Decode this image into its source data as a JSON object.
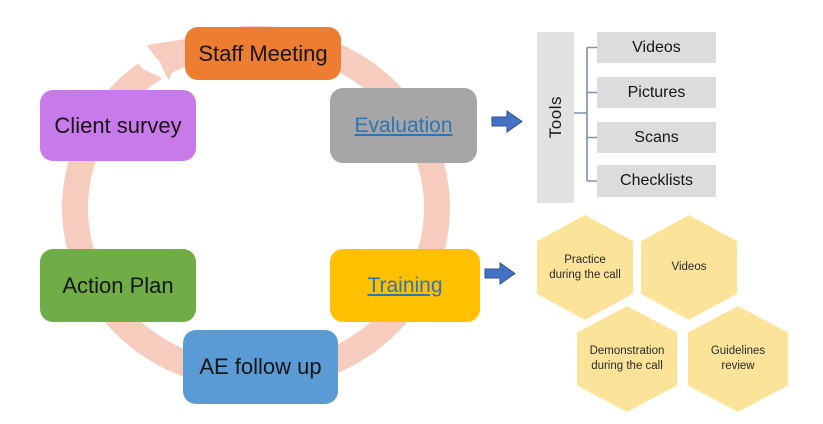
{
  "colors": {
    "ring": "#F5CCBE",
    "arrow_blue": "#4472C4",
    "arrow_blue_edge": "#2F528F",
    "link_text": "#2E75B6",
    "staff_meeting": "#ED7D31",
    "client_survey": "#C97AEA",
    "evaluation": "#A6A6A6",
    "training": "#FFC000",
    "action_plan": "#70AD47",
    "ae_follow_up": "#5B9BD5",
    "tools_bar": "#E3E2E2",
    "tool_box": "#DDDCDC",
    "bracket": "#7C90B0",
    "hexagon": "#FBE49A"
  },
  "cycle": {
    "staff_meeting": "Staff Meeting",
    "evaluation": "Evaluation",
    "training": "Training",
    "ae_follow_up": "AE follow up",
    "action_plan": "Action Plan",
    "client_survey": "Client survey"
  },
  "tools": {
    "label": "Tools",
    "items": [
      "Videos",
      "Pictures",
      "Scans",
      "Checklists"
    ]
  },
  "training_methods": [
    "Practice during the call",
    "Videos",
    "Demonstration during the call",
    "Guidelines review"
  ]
}
